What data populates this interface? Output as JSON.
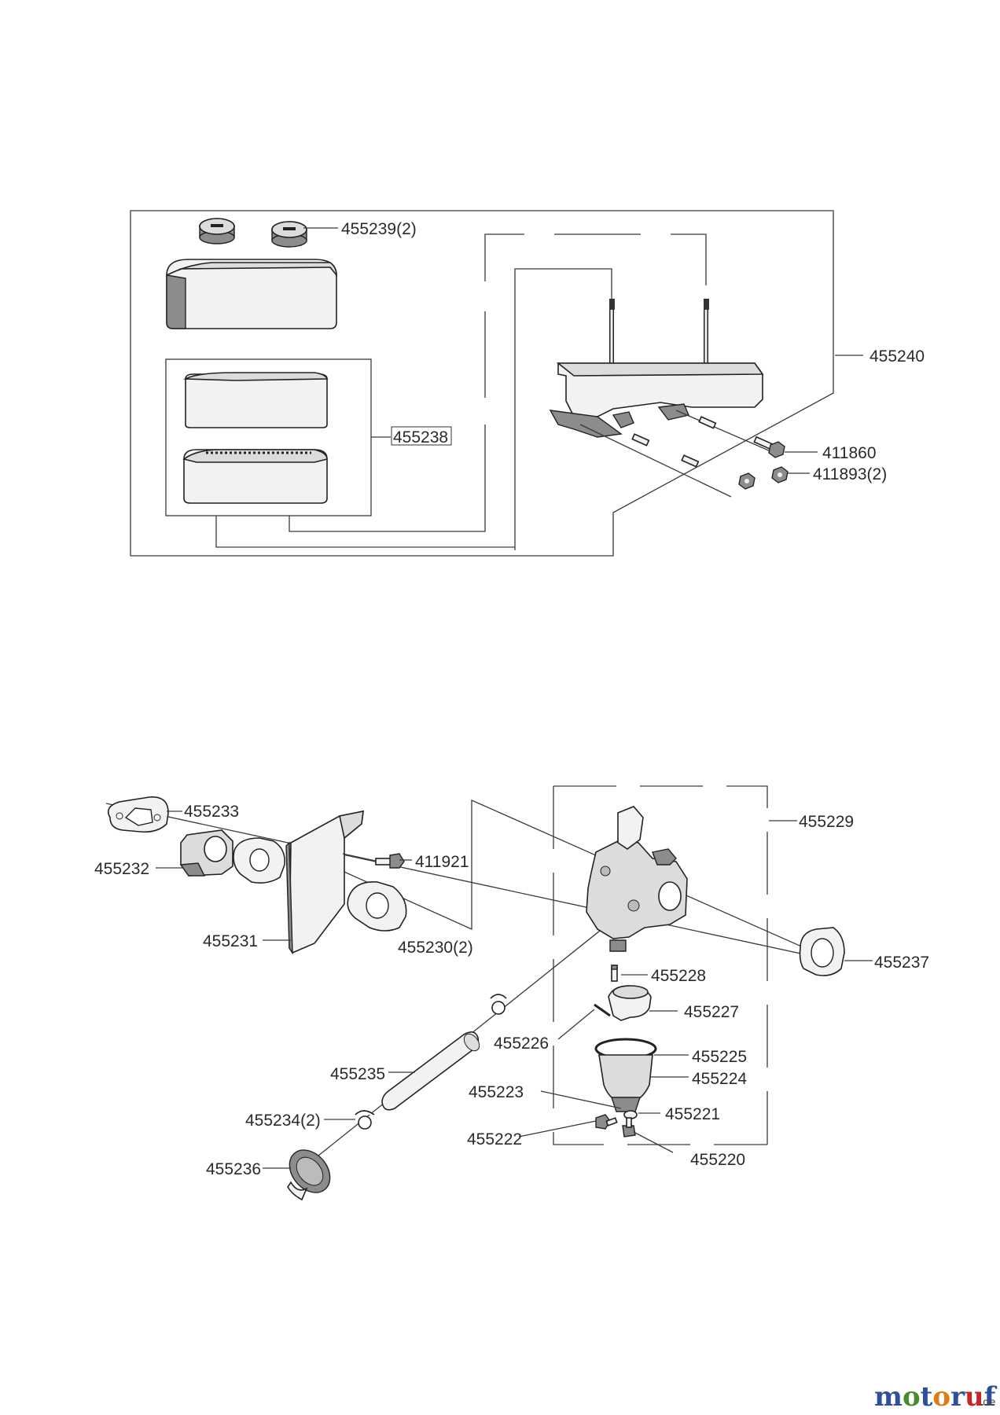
{
  "labels": {
    "p455239": "455239(2)",
    "p455240": "455240",
    "p455238": "455238",
    "p411860": "411860",
    "p411893": "411893(2)",
    "p455233": "455233",
    "p455229": "455229",
    "p455232": "455232",
    "p411921": "411921",
    "p455231": "455231",
    "p455230": "455230(2)",
    "p455237": "455237",
    "p455228": "455228",
    "p455227": "455227",
    "p455226": "455226",
    "p455225": "455225",
    "p455224": "455224",
    "p455235": "455235",
    "p455223": "455223",
    "p455221": "455221",
    "p455234": "455234(2)",
    "p455222": "455222",
    "p455220": "455220",
    "p455236": "455236"
  },
  "watermark": {
    "m": "m",
    "o1": "o",
    "t": "t",
    "o2": "o",
    "r": "r",
    "u": "u",
    "f": "f",
    "suffix": ".de"
  },
  "colors": {
    "wm_blue": "#2f4f9e",
    "wm_green": "#4b8b2f",
    "wm_orange": "#e07a12",
    "wm_red": "#c0282b"
  }
}
